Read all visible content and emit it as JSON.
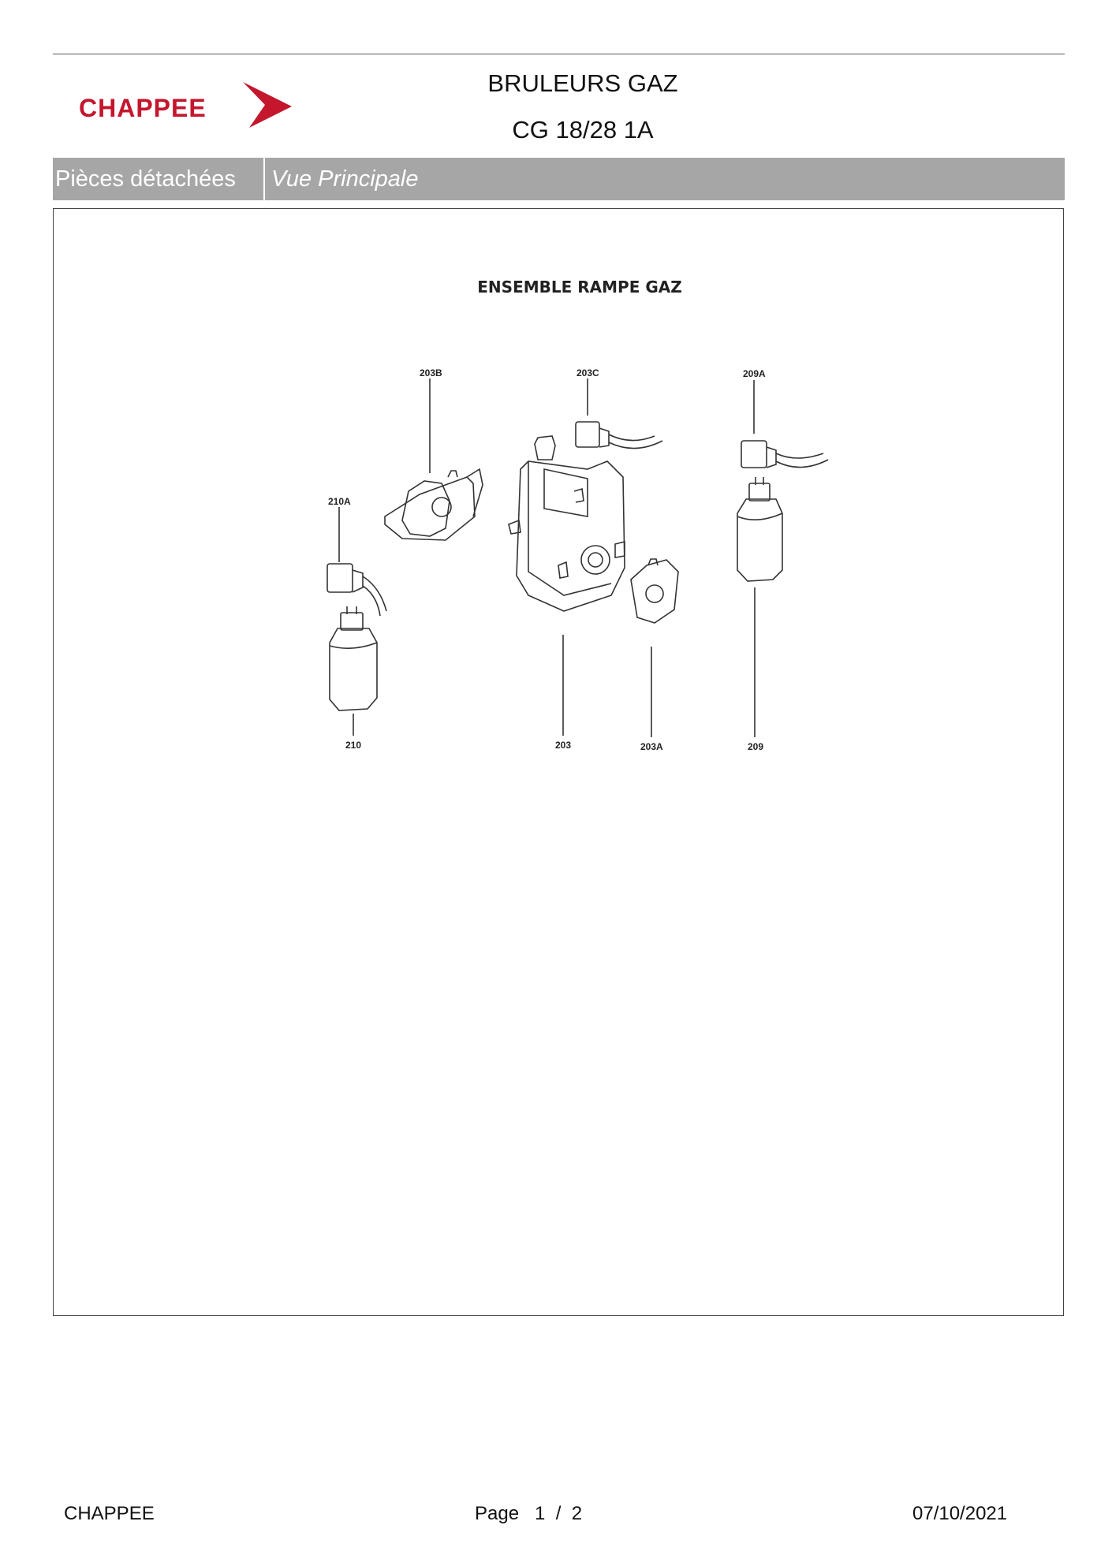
{
  "header": {
    "logo_text": "CHAPPEE",
    "title_line1": "BRULEURS GAZ",
    "title_line2": "CG 18/28 1A"
  },
  "section_bar": {
    "left_label": "Pièces détachées",
    "right_label": "Vue Principale"
  },
  "diagram": {
    "title": "ENSEMBLE RAMPE GAZ",
    "callouts": {
      "c203B": "203B",
      "c203C": "203C",
      "c209A": "209A",
      "c210A": "210A",
      "c210": "210",
      "c203": "203",
      "c203A": "203A",
      "c209": "209"
    }
  },
  "footer": {
    "brand": "CHAPPEE",
    "page": "Page   1  /  2",
    "date": "07/10/2021"
  },
  "colors": {
    "brand_red": "#c4162d",
    "bar_gray": "#a6a6a6"
  }
}
